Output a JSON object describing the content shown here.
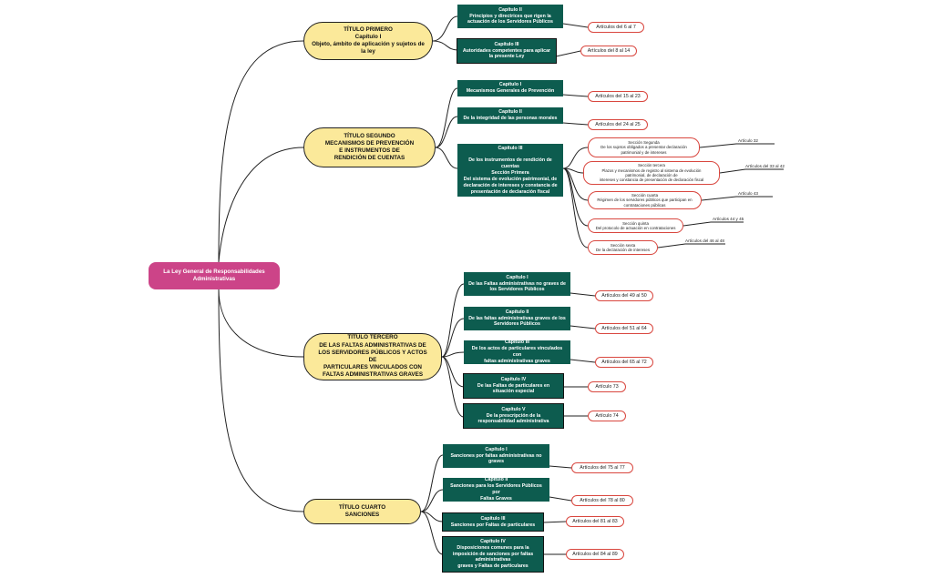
{
  "root": "La Ley General de Responsabilidades Administrativas",
  "titulos": [
    "TÍTULO PRIMERO\nCapítulo I\nObjeto, ámbito de aplicación y sujetos de la ley",
    "TÍTULO SEGUNDO\nMECANISMOS DE PREVENCIÓN\nE INSTRUMENTOS DE\nRENDICIÓN DE CUENTAS",
    "TÍTULO TERCERO\nDE LAS FALTAS ADMINISTRATIVAS DE\nLOS SERVIDORES PÚBLICOS Y ACTOS\nDE\nPARTICULARES VINCULADOS CON\nFALTAS ADMINISTRATIVAS GRAVES",
    "TÍTULO CUARTO\nSANCIONES"
  ],
  "capitulos": [
    "Capítulo II\nPrincipios y directrices que rigen la\nactuación de los Servidores Públicos",
    "Capítulo III\nAutoridades competentes para aplicar\nla presente Ley",
    "Capítulo I\nMecanismos Generales de Prevención",
    "Capítulo II\nDe la integridad de las personas morales",
    "Capítulo III\n\nDe los instrumentos de rendición de\ncuentas\nSección Primera\nDel sistema de evolución patrimonial, de\ndeclaración de intereses y constancia de\npresentación de declaración fiscal",
    "Capítulo I\nDe las Faltas administrativas no graves de\nlos Servidores Públicos",
    "Capítulo II\nDe las faltas administrativas graves de los\nServidores Públicos",
    "Capítulo III\nDe los actos de particulares vinculados con\nfaltas administrativas graves",
    "Capítulo IV\nDe las Faltas de particulares en\nsituación especial",
    "Capítulo V\nDe la prescripción de la\nresponsabilidad administrativa",
    "Capítulo I\nSanciones por faltas administrativas no\ngraves",
    "Capítulo II\nSanciones para los Servidores Públicos por\nFaltas Graves",
    "Capítulo III\nSanciones por Faltas de particulares",
    "Capítulo IV\nDisposiciones comunes para la\nimposición de sanciones por faltas\nadministrativas\ngraves y Faltas de particulares"
  ],
  "articulos": [
    "Artículos del 6 al 7",
    "Artículos del 8 al 14",
    "Artículos del 15 al 23",
    "Artículos del 24 al 25",
    "Artículos del 49 al 50",
    "Artículos del 51 al 64",
    "Artículos del 65 al 72",
    "Artículo 73",
    "Artículo 74",
    "Artículos del 75 al 77",
    "Artículos del 78 al 80",
    "Artículos del 81 al 83",
    "Artículos del 84 al 89"
  ],
  "secciones": [
    "Sección Segunda\nDe los sujetos obligados a presentar declaración\npatrimonial y de intereses",
    "Sección tercera\nPlazos y mecanismos de registro al sistema de evolución\npatrimonial, de declaración de\nintereses y constancia de presentación de declaración fiscal",
    "Sección cuarta\nRégimen de los servidores públicos que participan en\ncontrataciones públicas",
    "Sección quinta\nDel protocolo de actuación en contrataciones",
    "Sección sexta\nDe la declaración de intereses"
  ],
  "seccion_articulos": [
    "Artículo 32",
    "Artículos del 33 al 42",
    "Artículo 43",
    "Artículos 44 y 45",
    "Artículos del 46 al 48"
  ],
  "colors": {
    "root": "#cc4488",
    "titulo": "#fbe99a",
    "capitulo": "#0d5c4f",
    "articulo_border": "#d9473f",
    "line": "#222222"
  }
}
